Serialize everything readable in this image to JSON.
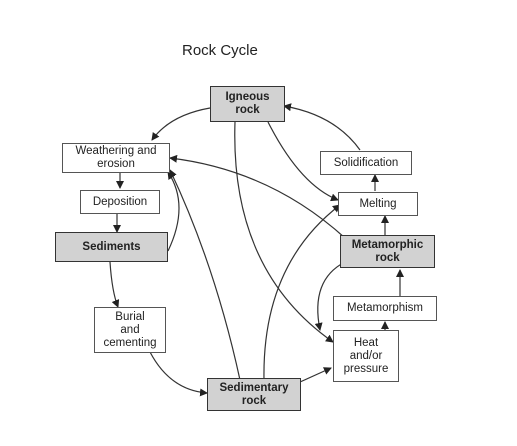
{
  "title": "Rock Cycle",
  "nodes": {
    "igneous": "Igneous\nrock",
    "weathering": "Weathering and\nerosion",
    "deposition": "Deposition",
    "sediments": "Sediments",
    "burial": "Burial\nand\ncementing",
    "sedimentary": "Sedimentary\nrock",
    "solidification": "Solidification",
    "melting": "Melting",
    "metamorphic": "Metamorphic\nrock",
    "metamorphism": "Metamorphism",
    "heat": "Heat\nand/or\npressure"
  }
}
